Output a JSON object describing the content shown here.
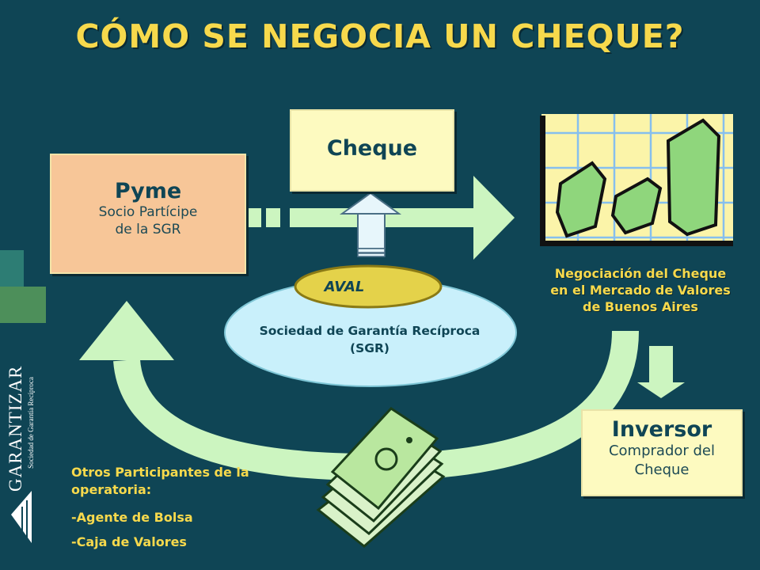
{
  "title": "CÓMO SE NEGOCIA UN CHEQUE?",
  "pyme": {
    "title": "Pyme",
    "line1": "Socio Partícipe",
    "line2": "de la SGR"
  },
  "cheque": {
    "label": "Cheque"
  },
  "aval": {
    "label": "AVAL"
  },
  "sgr": {
    "line1": "Sociedad de Garantía Recíproca",
    "line2": "(SGR)"
  },
  "negociacion": {
    "line1": "Negociación del Cheque",
    "line2": "en el Mercado de Valores",
    "line3": "de Buenos Aires"
  },
  "inversor": {
    "title": "Inversor",
    "line1": "Comprador del",
    "line2": "Cheque"
  },
  "otros": {
    "header_line1": "Otros Participantes de la",
    "header_line2": "operatoria:",
    "items": [
      "-Agente de Bolsa",
      "-Caja de Valores"
    ]
  },
  "logo": {
    "name": "GARANTIZAR",
    "subtitle": "Sociedad de Garantía Recíproca",
    "icon": "garantizar-logo-icon"
  },
  "icons": {
    "chart": "stock-chart-icon",
    "money": "money-stack-icon"
  },
  "colors": {
    "background": "#0f4555",
    "title": "#f7d94c",
    "arrows": "#ccf5c0",
    "pyme_box": "#f7c698",
    "light_box": "#fdfac0",
    "sgr_ellipse": "#c9f0fb",
    "aval_ellipse": "#e4d24a"
  }
}
